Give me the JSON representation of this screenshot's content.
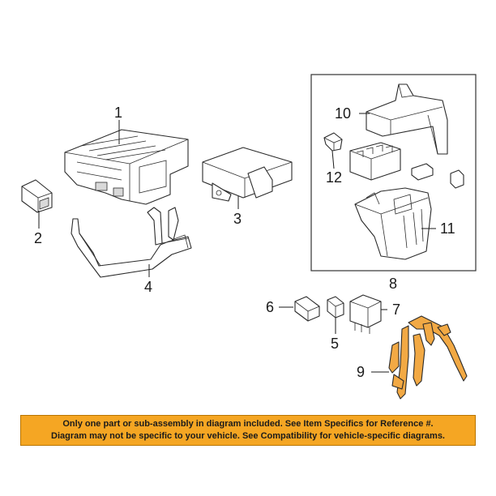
{
  "callouts": {
    "c1": "1",
    "c2": "2",
    "c3": "3",
    "c4": "4",
    "c5": "5",
    "c6": "6",
    "c7": "7",
    "c8": "8",
    "c9": "9",
    "c10": "10",
    "c11": "11",
    "c12": "12"
  },
  "notice": {
    "line1": "Only one part or sub-assembly in diagram included. See Item Specifics for Reference #.",
    "line2": "Diagram may not be specific to your vehicle. See Compatibility for vehicle-specific diagrams.",
    "background_color": "#f5a623"
  },
  "colors": {
    "highlight_part": "#f2a944",
    "line_art": "#2a2a2a"
  }
}
